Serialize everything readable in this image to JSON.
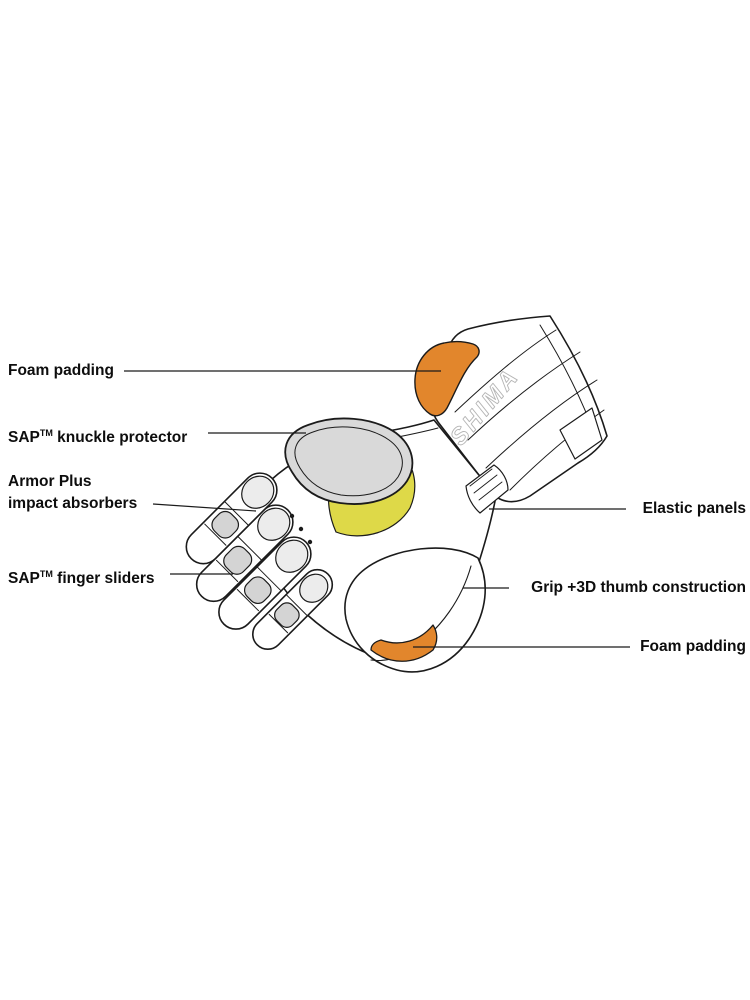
{
  "page": {
    "background": "#ffffff"
  },
  "brand": {
    "name": "SHIMA"
  },
  "colors": {
    "outline": "#1b1b1b",
    "foam_orange": "#e2862c",
    "armor_gray": "#d9d9d9",
    "accent_yellow": "#ded948",
    "slider_gray": "#d4d4d4",
    "pad_light_gray": "#ececec"
  },
  "labels": {
    "foam_top": {
      "text": "Foam padding"
    },
    "knuckle": {
      "prefix": "SAP",
      "sup": "TM",
      "rest": " knuckle protector"
    },
    "armor": {
      "line1": "Armor Plus",
      "line2": "impact absorbers"
    },
    "sliders": {
      "prefix": "SAP",
      "sup": "TM",
      "rest": " finger sliders"
    },
    "elastic": {
      "text": "Elastic panels"
    },
    "grip": {
      "text": "Grip +3D thumb construction"
    },
    "foam_bottom": {
      "text": "Foam padding"
    }
  }
}
